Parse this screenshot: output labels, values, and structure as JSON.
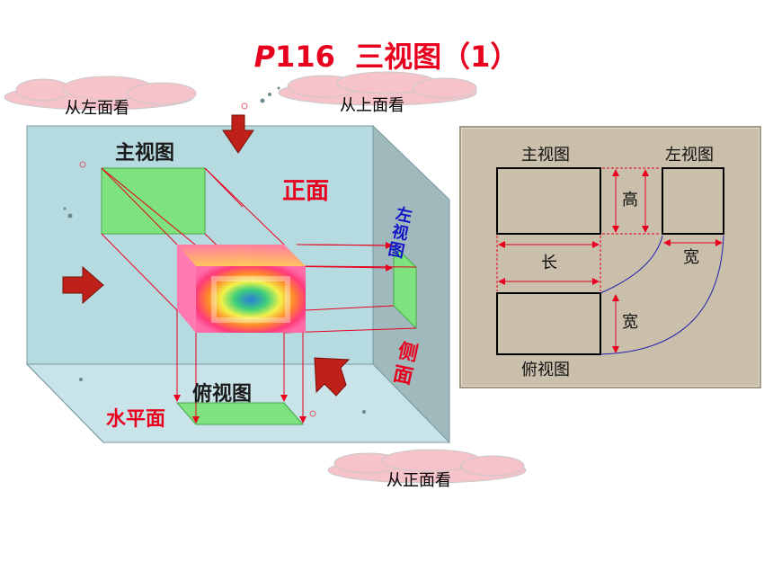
{
  "title": {
    "prefix": "P",
    "number": "116",
    "text": "三视图（1）"
  },
  "clouds": {
    "left": "从左面看",
    "top": "从上面看",
    "front": "从正面看"
  },
  "box_labels": {
    "front_view": "主视图",
    "front_face": "正面",
    "left_view": "左视图",
    "side_face": "侧面",
    "top_view": "俯视图",
    "horizontal": "水平面"
  },
  "ortho": {
    "front_view": "主视图",
    "left_view": "左视图",
    "top_view": "俯视图",
    "height": "高",
    "length": "长",
    "width_top": "宽",
    "width_side": "宽"
  },
  "colors": {
    "title_red": "#e8001e",
    "box_fill": "#b5dbe0",
    "panel_bg": "#c9bfaa",
    "proj_green": "#7ee27e",
    "arrow_red": "#c0201a"
  }
}
